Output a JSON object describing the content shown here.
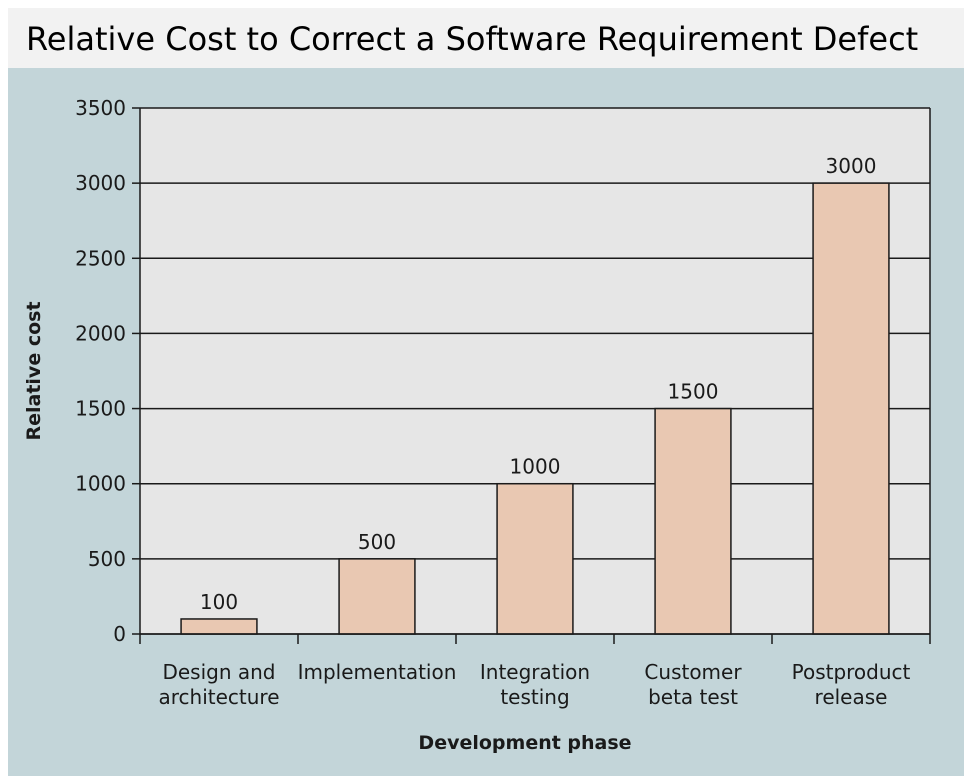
{
  "chart_data": {
    "type": "bar",
    "title": "Relative Cost to Correct a Software Requirement Defect",
    "xlabel": "Development phase",
    "ylabel": "Relative cost",
    "categories": [
      [
        "Design and",
        "architecture"
      ],
      [
        "Implementation"
      ],
      [
        "Integration",
        "testing"
      ],
      [
        "Customer",
        "beta test"
      ],
      [
        "Postproduct",
        "release"
      ]
    ],
    "values": [
      100,
      500,
      1000,
      1500,
      3000
    ],
    "data_labels": [
      "100",
      "500",
      "1000",
      "1500",
      "3000"
    ],
    "ylim": [
      0,
      3500
    ],
    "yticks": [
      0,
      500,
      1000,
      1500,
      2000,
      2500,
      3000,
      3500
    ],
    "grid": true,
    "legend": "none",
    "colors": {
      "panel_background": "#c3d5d9",
      "plot_background": "#e6e6e6",
      "bar_fill": "#e9c8b2",
      "bar_stroke": "#1a1a1a",
      "gridline": "#1a1a1a"
    }
  }
}
